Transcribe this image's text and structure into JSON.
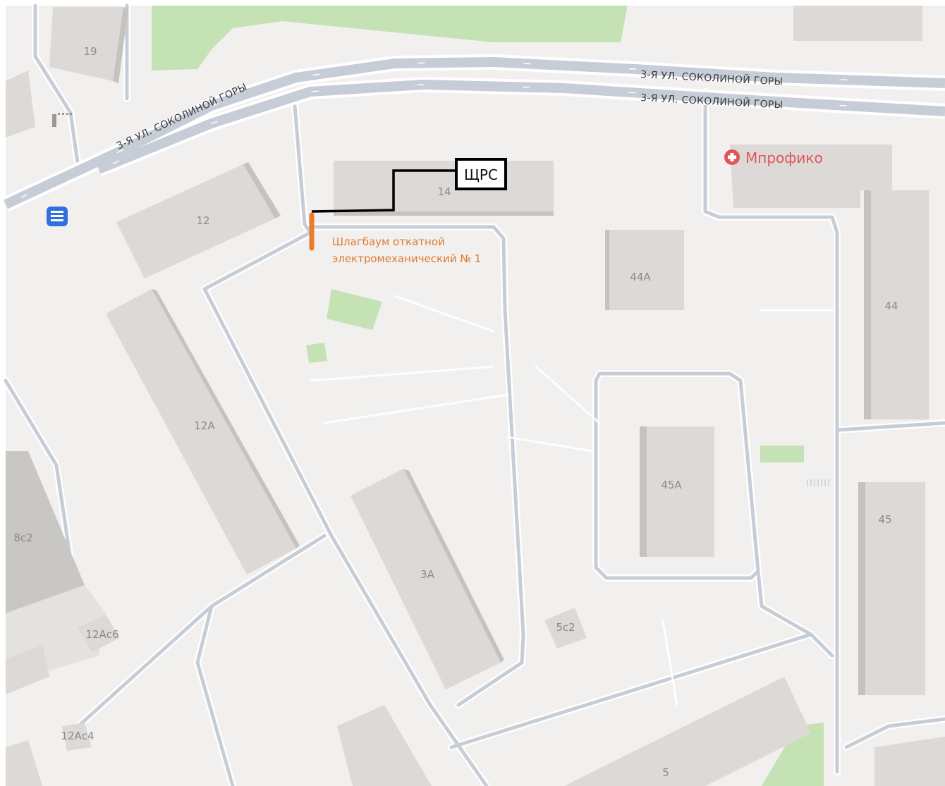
{
  "map": {
    "colors": {
      "background": "#f1f0ef",
      "road": "#c6cdd6",
      "road_edge": "#ffffff",
      "building": "#dcd9d6",
      "building_side": "#c6c3bf",
      "park": "#c4e2b4",
      "annotation_line": "#000000",
      "barrier": "#ec7b2c",
      "poi": "#e0555a",
      "metro": "#2f6fe0"
    },
    "streets": [
      {
        "label": "3-Я УЛ. СОКОЛИНОЙ ГОРЫ"
      },
      {
        "label": "3-Я УЛ. СОКОЛИНОЙ ГОРЫ"
      },
      {
        "label": "3-Я УЛ. СОКОЛИНОЙ ГОРЫ"
      }
    ],
    "buildings": [
      {
        "label": "19"
      },
      {
        "label": "12"
      },
      {
        "label": "14"
      },
      {
        "label": "12А"
      },
      {
        "label": "44А"
      },
      {
        "label": "44"
      },
      {
        "label": "45А"
      },
      {
        "label": "45"
      },
      {
        "label": "8с2"
      },
      {
        "label": "3А"
      },
      {
        "label": "5с2"
      },
      {
        "label": "12Ас6"
      },
      {
        "label": "12Ас4"
      },
      {
        "label": "5"
      }
    ],
    "poi": {
      "label": "Мпрофико",
      "icon": "medical-cross-icon"
    },
    "annotation": {
      "label": "ЩРС"
    },
    "barrier": {
      "line1": "Шлагбаум откатной",
      "line2": "электромеханический № 1"
    },
    "metro_icon": "metro-entrance-icon"
  }
}
